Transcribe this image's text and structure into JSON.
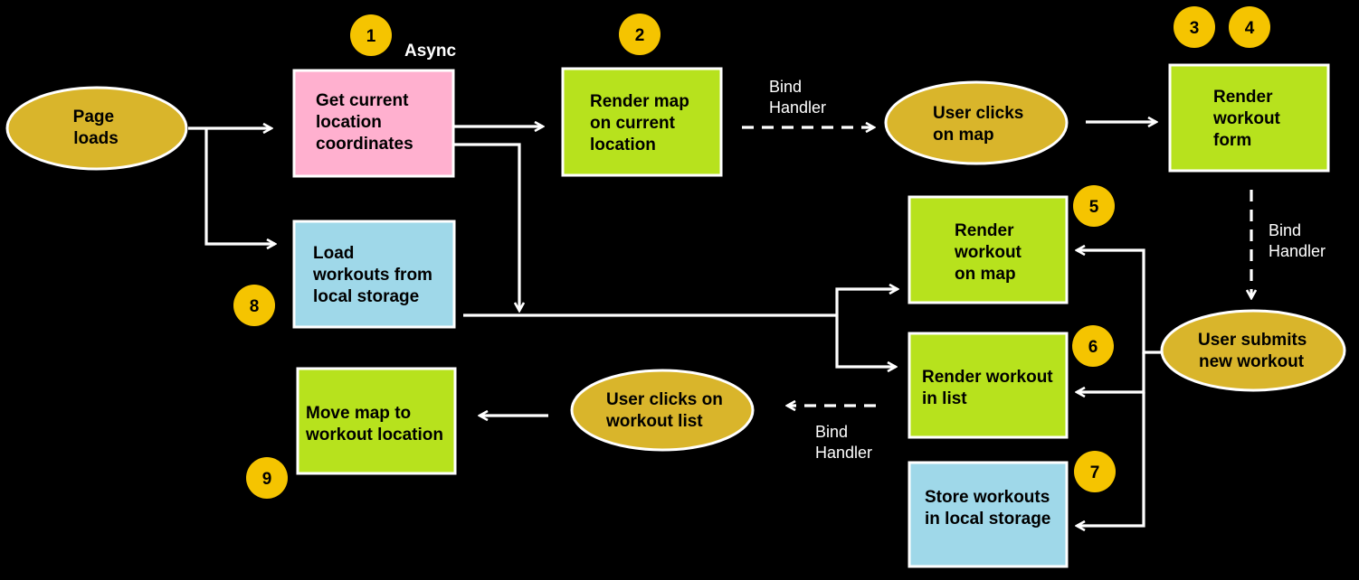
{
  "colors": {
    "background": "#000000",
    "oval": "#d9b52b",
    "pink": "#ffb0cf",
    "green": "#b7e21d",
    "blue": "#9fd8e9",
    "badge": "#f5c400",
    "line": "#ffffff"
  },
  "nodes": {
    "page_loads": [
      "Page",
      "loads"
    ],
    "get_location": [
      "Get current",
      "location",
      "coordinates"
    ],
    "render_map": [
      "Render map",
      "on current",
      "location"
    ],
    "user_clicks_map": [
      "User clicks",
      "on map"
    ],
    "render_form": [
      "Render",
      "workout",
      "form"
    ],
    "load_workouts": [
      "Load",
      "workouts from",
      "local storage"
    ],
    "render_workout_map": [
      "Render",
      "workout",
      "on map"
    ],
    "render_workout_list": [
      "Render workout",
      "in list"
    ],
    "store_workouts": [
      "Store workouts",
      "in local storage"
    ],
    "user_submits": [
      "User submits",
      "new workout"
    ],
    "user_clicks_list": [
      "User clicks on",
      "workout list"
    ],
    "move_map": [
      "Move map to",
      "workout location"
    ]
  },
  "badges": {
    "b1": "1",
    "b2": "2",
    "b3": "3",
    "b4": "4",
    "b5": "5",
    "b6": "6",
    "b7": "7",
    "b8": "8",
    "b9": "9"
  },
  "labels": {
    "async": "Async",
    "bind1": [
      "Bind",
      "Handler"
    ],
    "bind2": [
      "Bind",
      "Handler"
    ],
    "bind3": [
      "Bind",
      "Handler"
    ]
  }
}
